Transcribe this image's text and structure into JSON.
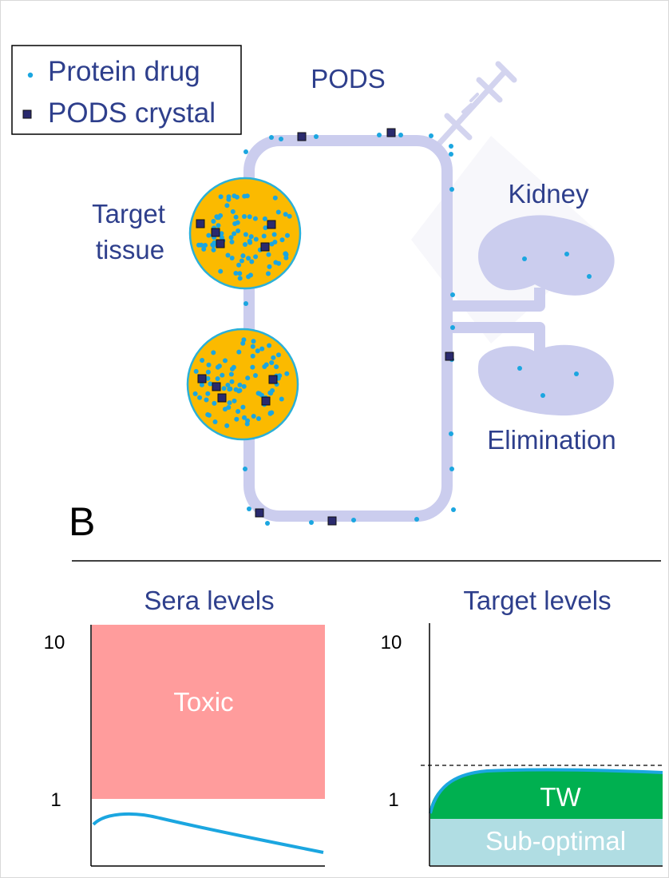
{
  "legend": {
    "protein_drug": "Protein drug",
    "pods_crystal": "PODS crystal"
  },
  "labels": {
    "pods": "PODS",
    "target_tissue_line1": "Target",
    "target_tissue_line2": "tissue",
    "kidney": "Kidney",
    "elimination": "Elimination",
    "panel_b": "B"
  },
  "sera_chart": {
    "title": "Sera levels",
    "tick_top": "10",
    "tick_bottom": "1",
    "toxic_label": "Toxic"
  },
  "target_chart": {
    "title": "Target levels",
    "tick_top": "10",
    "tick_bottom": "1",
    "tw_label": "TW",
    "suboptimal_label": "Sub-optimal"
  },
  "colors": {
    "text_navy": "#2e3f8c",
    "drug_dot": "#1ba6e0",
    "crystal": "#2a2a6e",
    "vessel": "#cbcdee",
    "kidney": "#cbcdee",
    "tissue_fill": "#fbba00",
    "tissue_stroke": "#2ab0d8",
    "toxic": "#ff9c9c",
    "tw": "#00b050",
    "suboptimal": "#b0dde3",
    "curve": "#1ba6e0"
  }
}
